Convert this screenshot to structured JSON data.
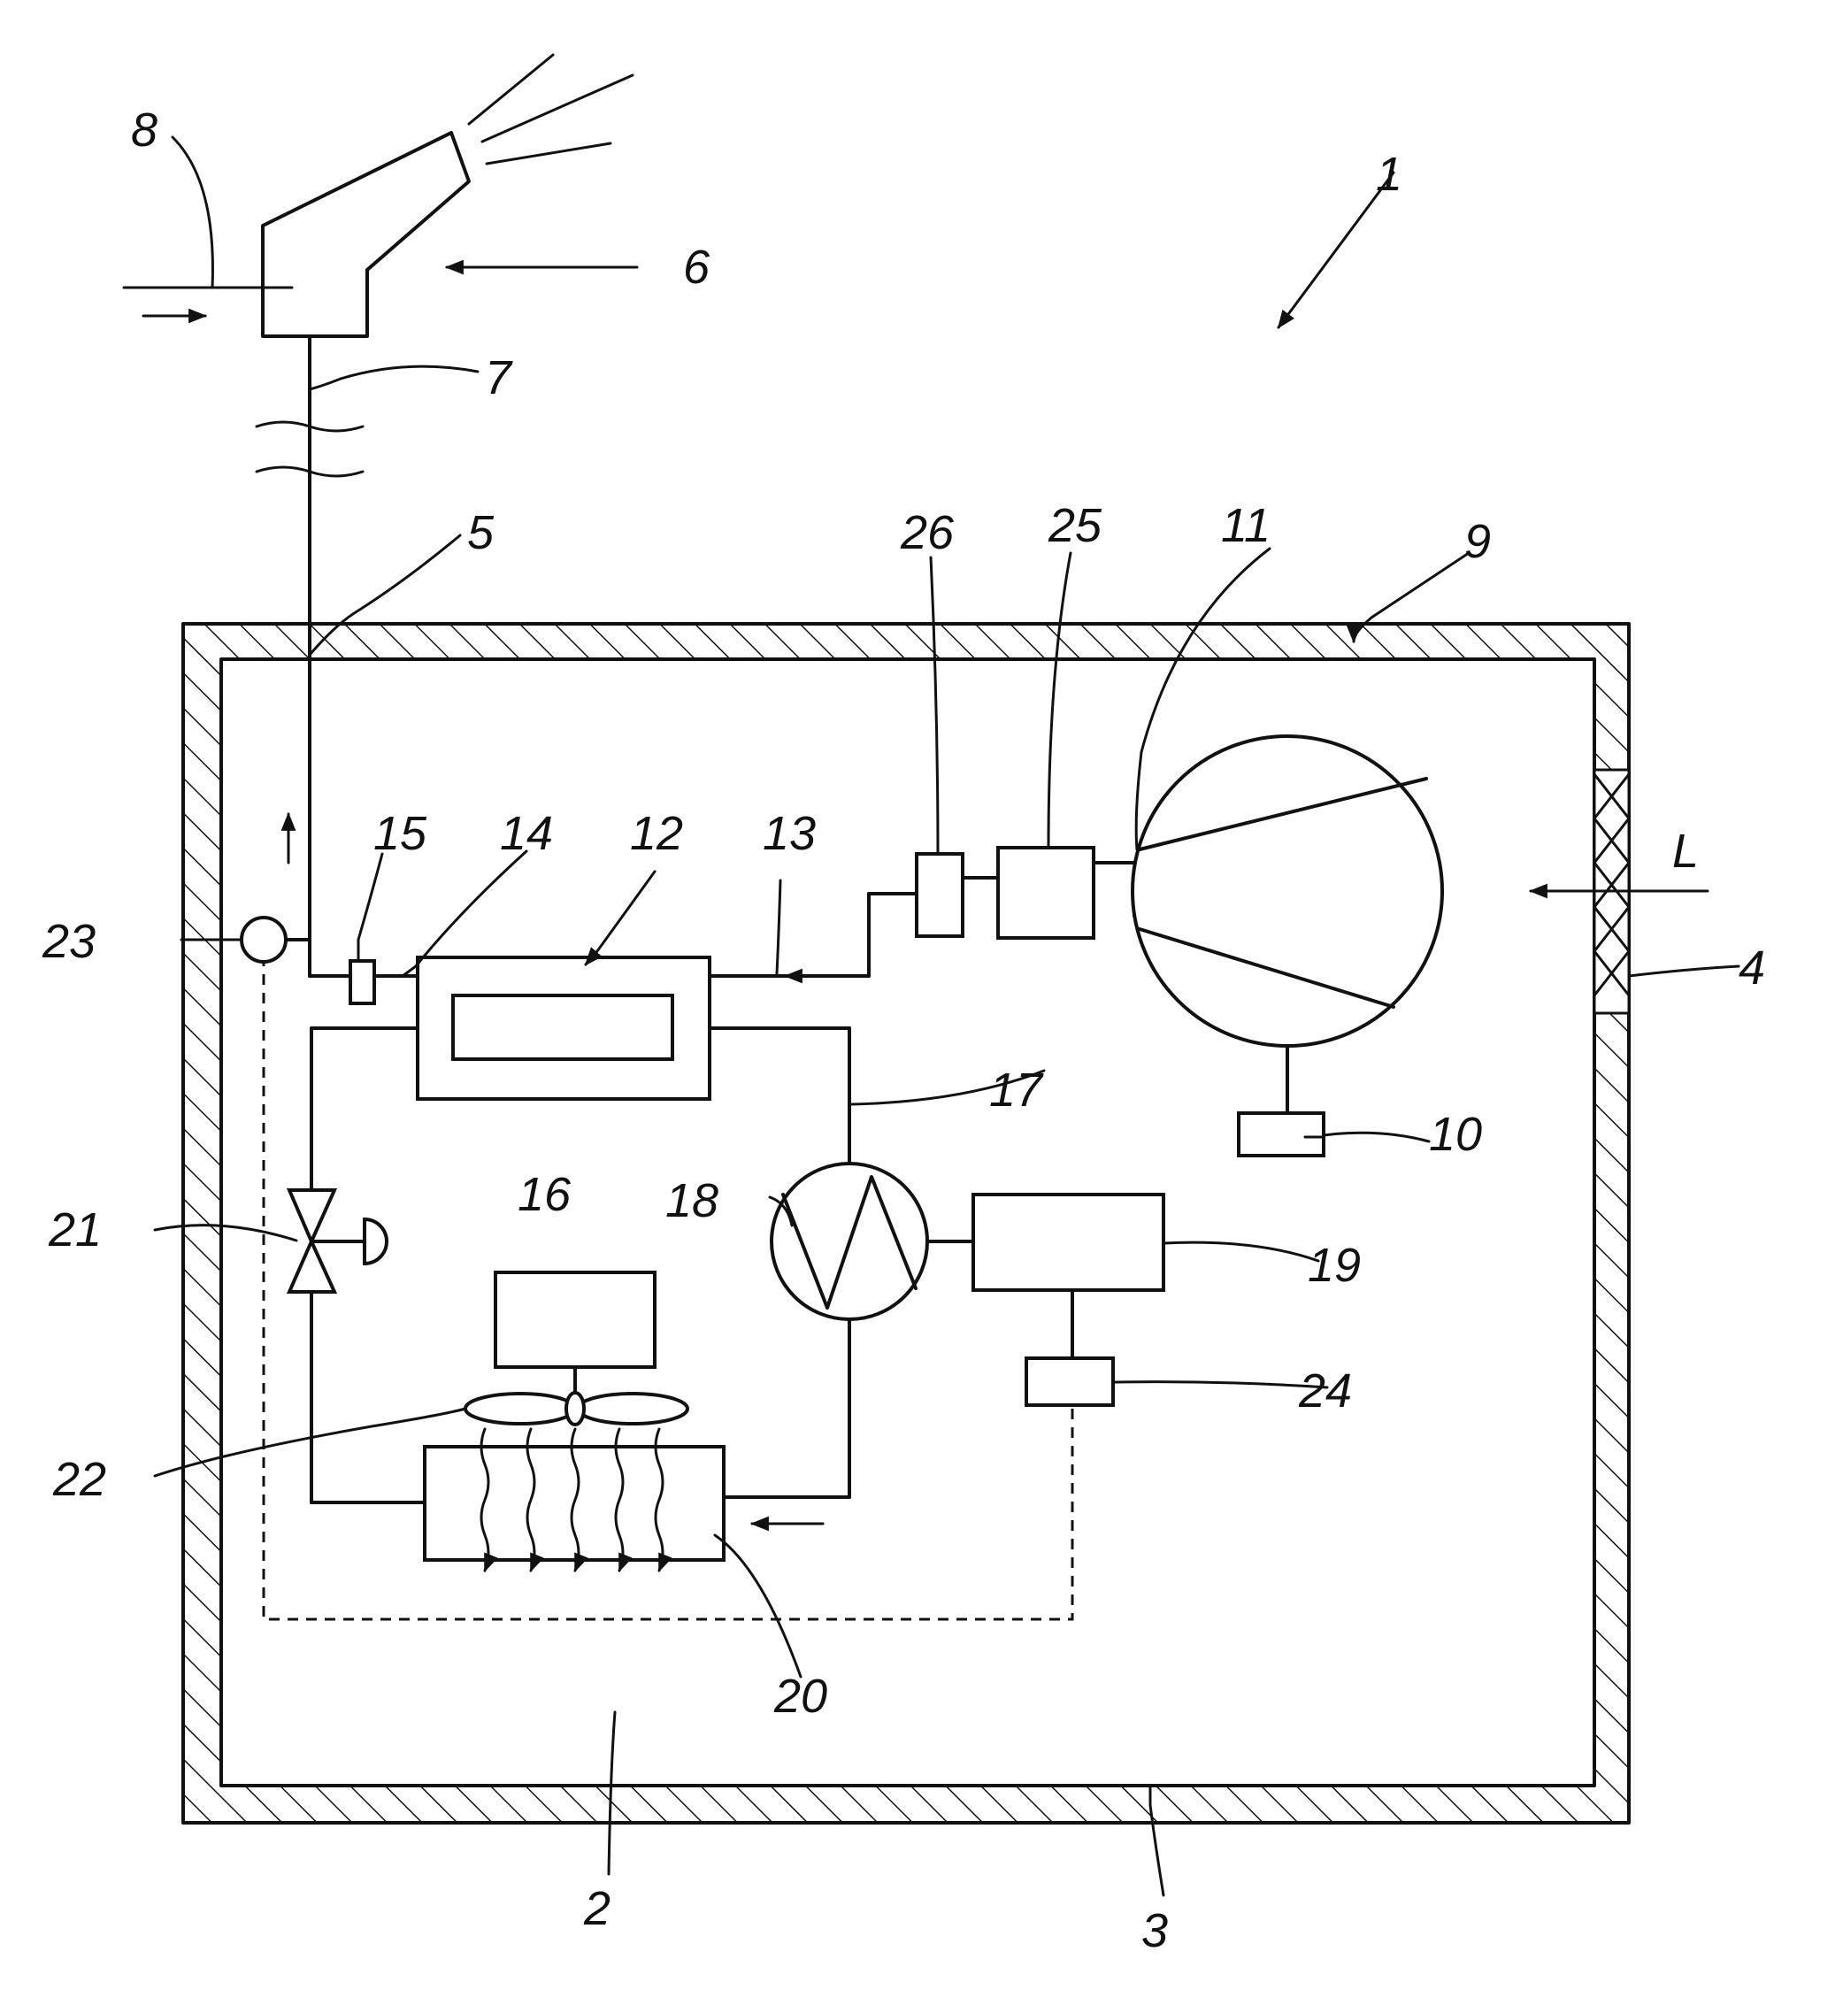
{
  "labels": {
    "n1": "1",
    "n2": "2",
    "n3": "3",
    "n4": "4",
    "n5": "5",
    "n6": "6",
    "n7": "7",
    "n8": "8",
    "n9": "9",
    "n10": "10",
    "n11": "11",
    "n12": "12",
    "n13": "13",
    "n14": "14",
    "n15": "15",
    "n16": "16",
    "n17": "17",
    "n18": "18",
    "n19": "19",
    "n20": "20",
    "n21": "21",
    "n22": "22",
    "n23": "23",
    "n24": "24",
    "n25": "25",
    "n26": "26",
    "L": "L"
  }
}
